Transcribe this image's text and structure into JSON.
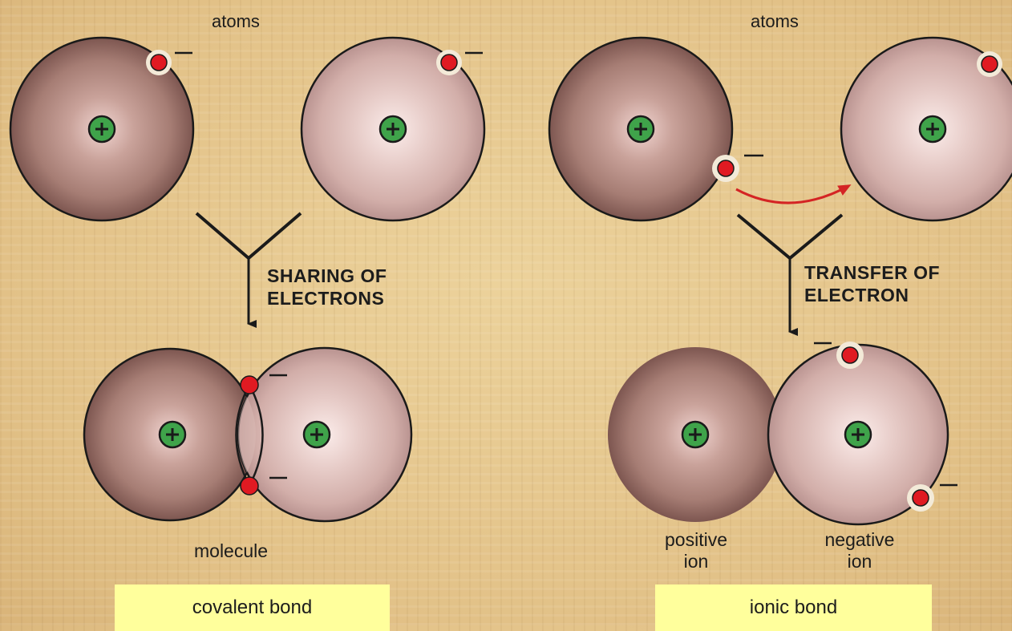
{
  "covalent": {
    "atoms_label": "atoms",
    "process_line1": "SHARING OF",
    "process_line2": "ELECTRONS",
    "result_label": "molecule",
    "bond_name": "covalent bond"
  },
  "ionic": {
    "atoms_label": "atoms",
    "process_line1": "TRANSFER OF",
    "process_line2": "ELECTRON",
    "positive_line1": "positive",
    "positive_line2": "ion",
    "negative_line1": "negative",
    "negative_line2": "ion",
    "bond_name": "ionic bond"
  },
  "colors": {
    "nucleus": "#3fa34a",
    "electron": "#e01a22",
    "transfer_arrow": "#d42424",
    "atom_outline": "#1a1a1a",
    "bond_box": "#ffff9c"
  }
}
